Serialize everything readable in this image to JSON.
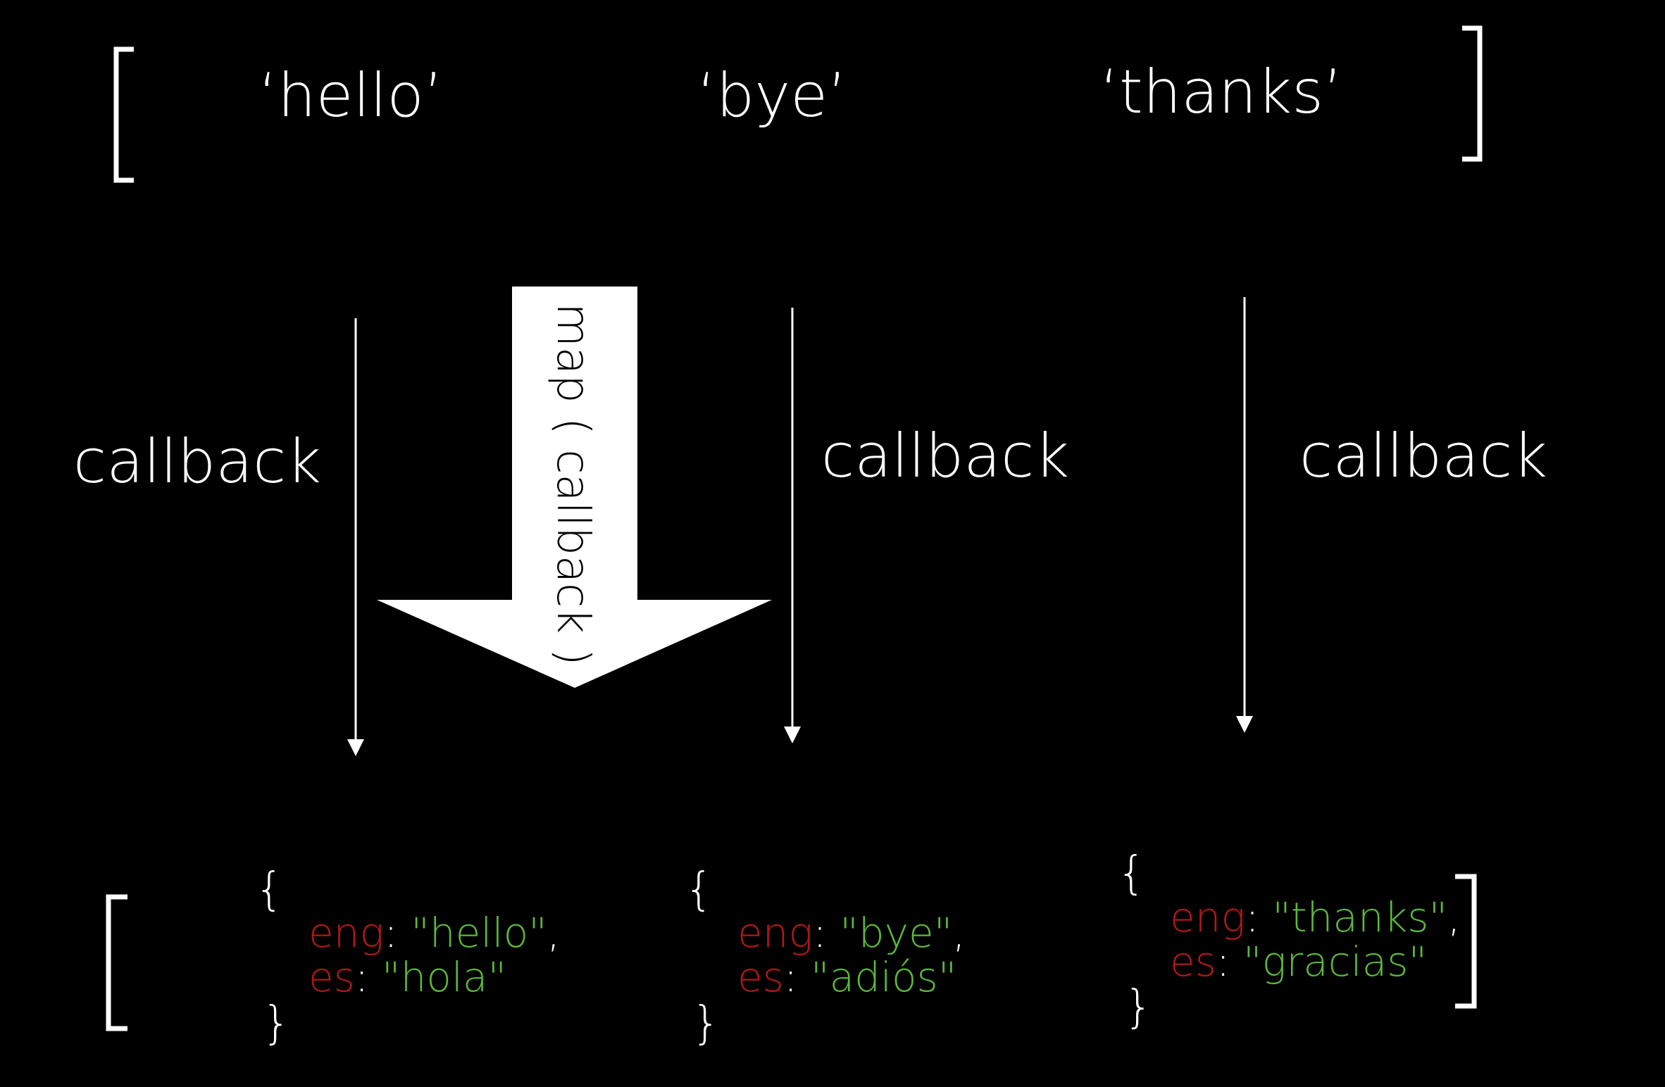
{
  "input_array": {
    "items": [
      "‘hello’",
      "‘bye’",
      "‘thanks’"
    ]
  },
  "callback_label": "callback",
  "map_label": "map ( callback )",
  "output_array": {
    "open_brace": "{",
    "close_brace": "}",
    "objects": [
      {
        "eng_key": "eng",
        "eng_value": "\"hello\"",
        "es_key": "es",
        "es_value": "\"hola\""
      },
      {
        "eng_key": "eng",
        "eng_value": "\"bye\"",
        "es_key": "es",
        "es_value": "\"adiós\""
      },
      {
        "eng_key": "eng",
        "eng_value": "\"thanks\"",
        "es_key": "es",
        "es_value": "\"gracias\""
      }
    ]
  },
  "colors": {
    "background": "#000000",
    "foreground": "#ffffff",
    "key": "#b01818",
    "value": "#5cb83a"
  }
}
